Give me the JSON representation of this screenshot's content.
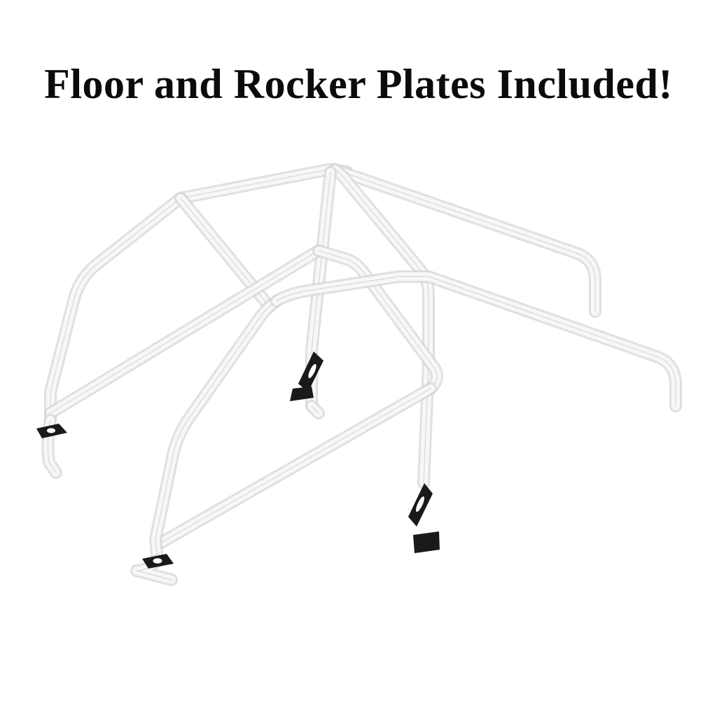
{
  "headline": {
    "text": "Floor and Rocker Plates Included!"
  },
  "illustration": {
    "subject": "roll-cage",
    "tube_color": "#d6d6d6",
    "plate_color": "#1a1a1a",
    "plates": [
      {
        "name": "floor-plate-rear-left"
      },
      {
        "name": "floor-plate-front-left"
      },
      {
        "name": "rocker-plate-rear-right"
      },
      {
        "name": "rocker-plate-front-right"
      },
      {
        "name": "floor-plate-front-right"
      }
    ]
  }
}
